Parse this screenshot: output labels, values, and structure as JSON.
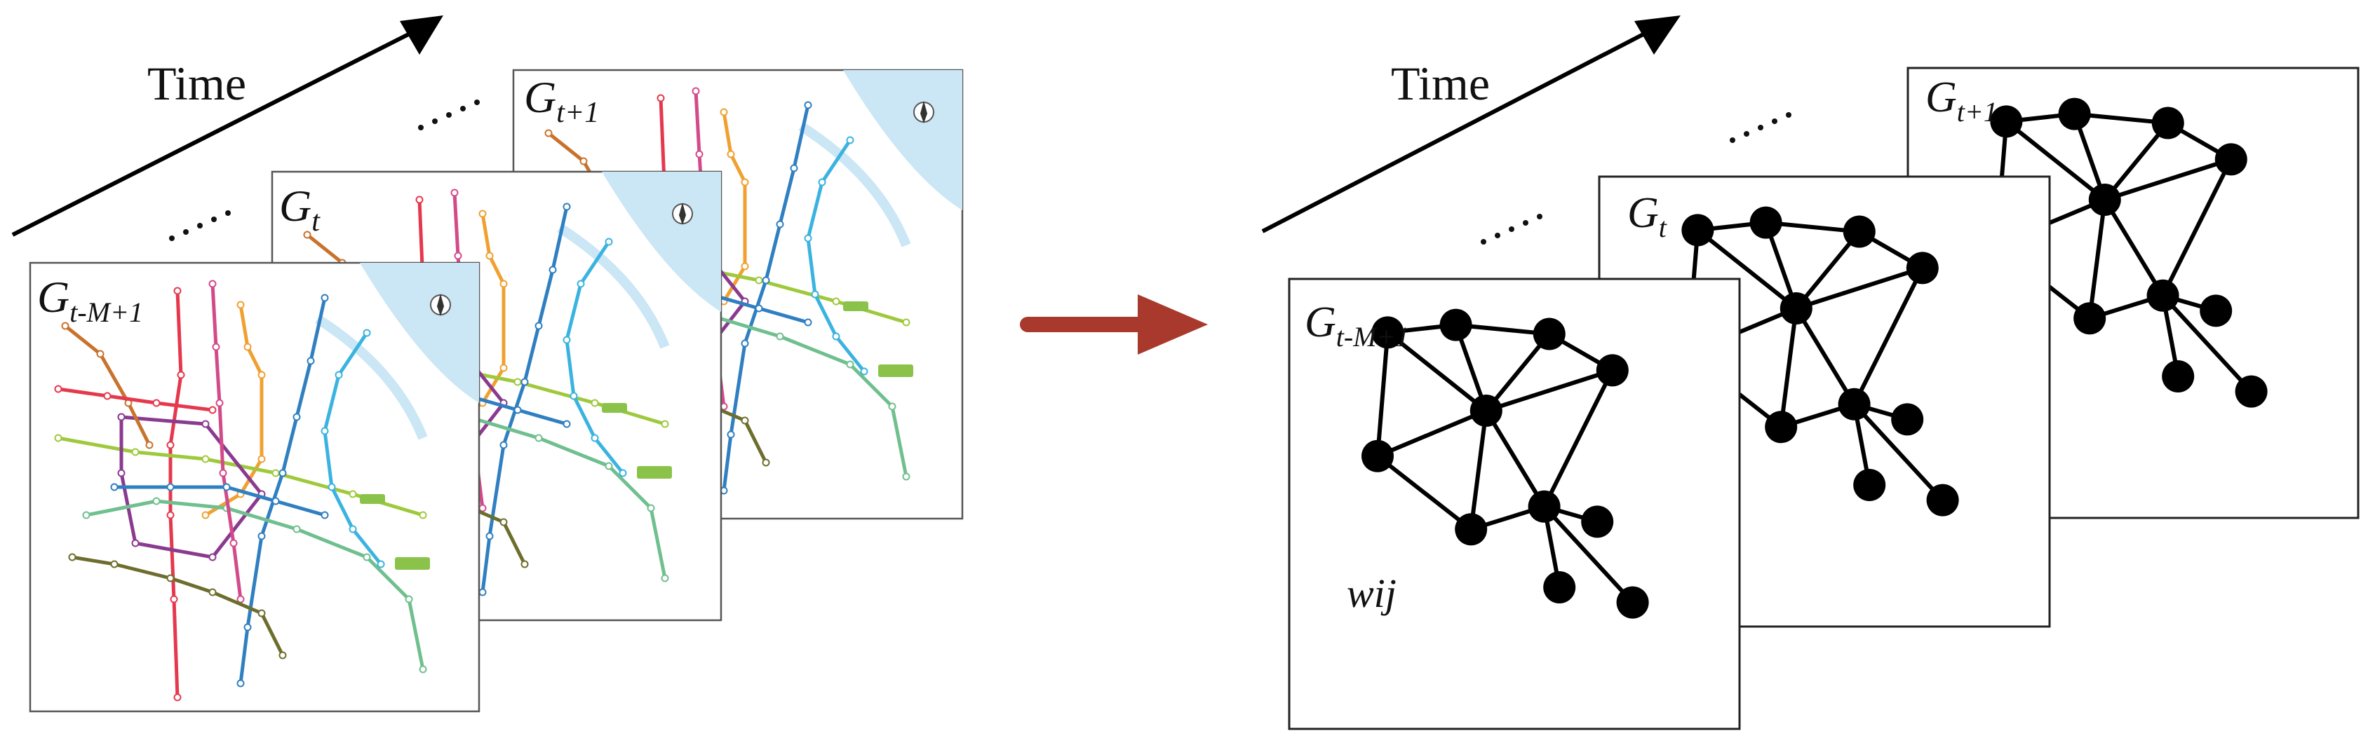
{
  "left": {
    "time_label": "Time",
    "frames": [
      {
        "id": "back",
        "label": "G",
        "subscript": "t+1"
      },
      {
        "id": "mid",
        "label": "G",
        "subscript": "t"
      },
      {
        "id": "front",
        "label": "G",
        "subscript": "t-M+1"
      }
    ]
  },
  "right": {
    "time_label": "Time",
    "frames": [
      {
        "id": "back",
        "label": "G",
        "subscript": "t+1"
      },
      {
        "id": "mid",
        "label": "G",
        "subscript": "t"
      },
      {
        "id": "front",
        "label": "G",
        "subscript": "t-M+1"
      }
    ],
    "edge_weight_label": "wij"
  },
  "colors": {
    "arrow": "#a8392c",
    "metro_lines": [
      "#e5384d",
      "#f0a030",
      "#9fc93c",
      "#2f7fc1",
      "#8a3a8f",
      "#6fbf8f",
      "#c9722c",
      "#3bb3e0",
      "#d34a8a",
      "#6d6e2d"
    ],
    "water": "#cbe6f5"
  }
}
